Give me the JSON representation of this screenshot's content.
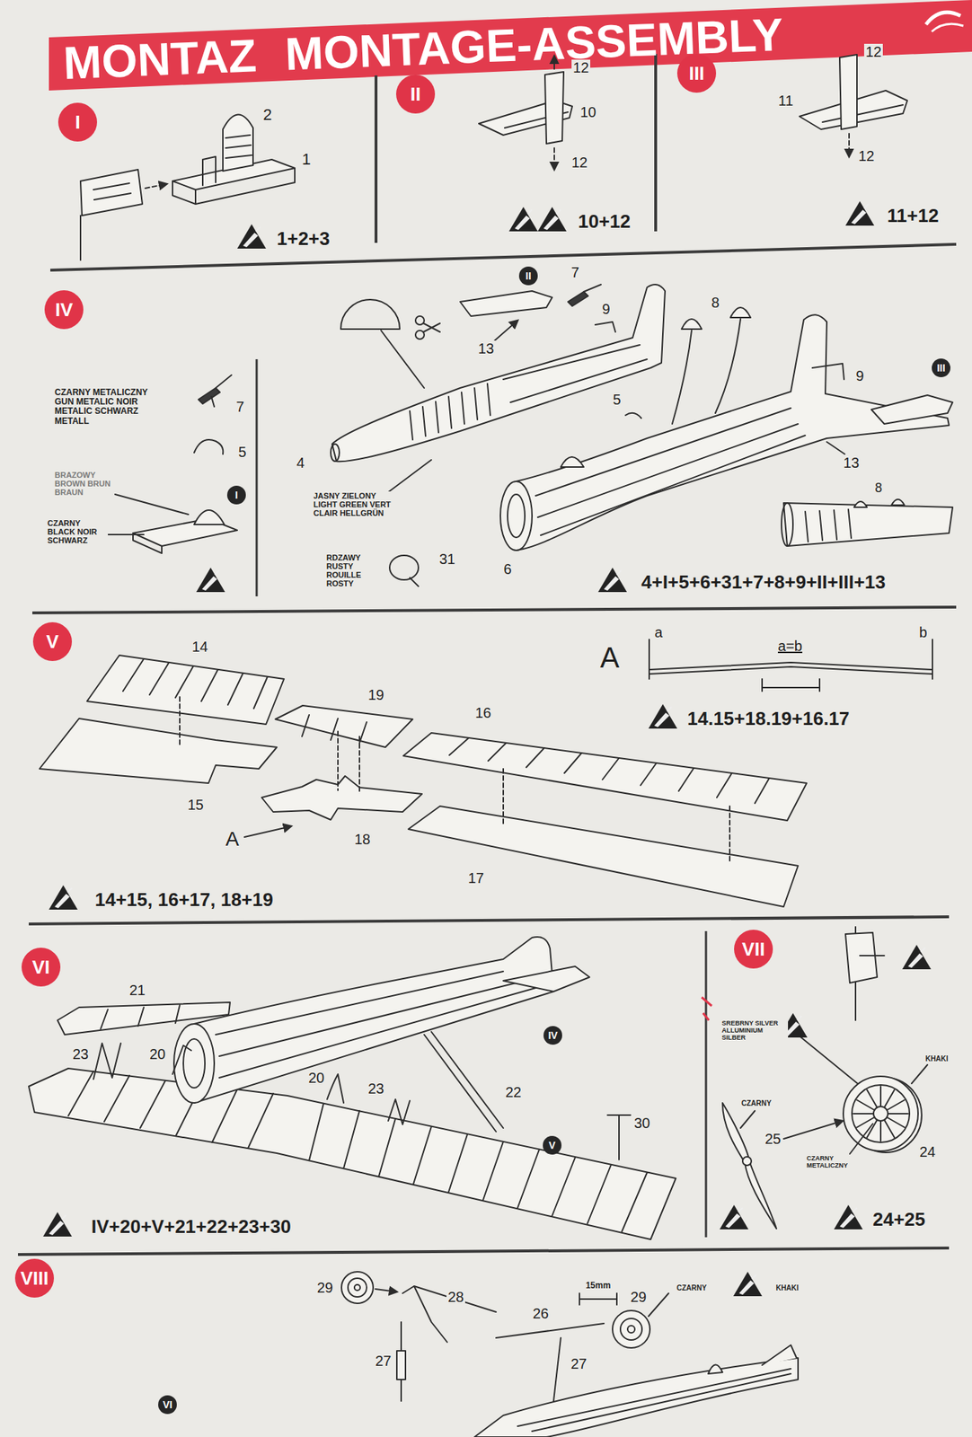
{
  "diagram": {
    "title": "MONTAZ MONTAGE-ASSEMBLY",
    "nodes": [
      {
        "text": [
          "I"
        ]
      },
      {
        "text": [
          "II"
        ]
      },
      {
        "text": [
          "III"
        ]
      },
      {
        "text": [
          "IV"
        ]
      },
      {
        "text": [
          "II"
        ]
      },
      {
        "text": [
          "III"
        ]
      },
      {
        "text": [
          "I"
        ]
      },
      {
        "text": [
          "V"
        ]
      },
      {
        "text": [
          "VI"
        ]
      },
      {
        "text": [
          "IV"
        ]
      },
      {
        "text": [
          "V"
        ]
      },
      {
        "text": [
          "VII"
        ]
      },
      {
        "text": [
          "VIII"
        ]
      },
      {
        "text": [
          "VI"
        ]
      }
    ],
    "labels": [
      "2",
      "1",
      "1+2+3",
      "12",
      "10",
      "12",
      "10+12",
      "12",
      "11",
      "12",
      "11+12",
      "7",
      "9",
      "8",
      "13",
      "5",
      "9",
      "13",
      "4",
      "8",
      "31",
      "6",
      "4+I+5+6+31+7+8+9+II+III+13",
      "CZARNY METALICZNY GUN METALIC NOIR METALIC SCHWARZ METALL",
      "7",
      "5",
      "BRAZOWY BROWN BRUN BRAUN",
      "CZARNY BLACK NOIR SCHWARZ",
      "JASNY ZIELONY LIGHT GREEN VERT CLAIR HELLGRÜN",
      "RDZAWY RUSTY ROUILLE ROSTY",
      "14",
      "19",
      "16",
      "15",
      "A",
      "18",
      "17",
      "A",
      "a",
      "a=b",
      "b",
      "14.15+18.19+16.17",
      "14+15, 16+17, 18+19",
      "21",
      "23",
      "20",
      "20",
      "23",
      "22",
      "30",
      "IV+20+V+21+22+23+30",
      "SREBRNY SILVER ALLUMINIUM SILBER",
      "KHAKI",
      "CZARNY",
      "25",
      "CZARNY METALICZNY",
      "24",
      "24+25",
      "29",
      "28",
      "27",
      "26",
      "15mm",
      "29",
      "CZARNY",
      "KHAKI",
      "27"
    ]
  }
}
